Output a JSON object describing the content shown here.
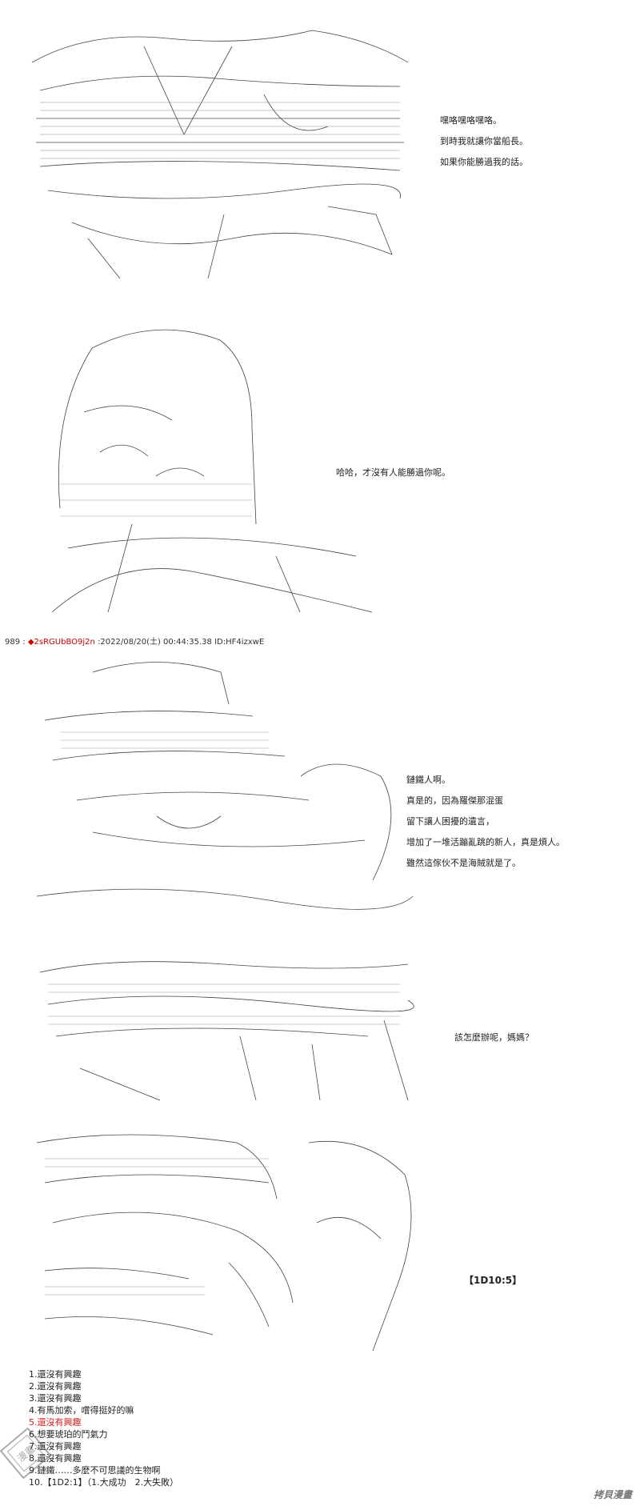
{
  "panel1": {
    "dialog": [
      "嘿咯嘿咯嘿咯。",
      "到時我就讓你當船長。",
      "如果你能勝過我的話。"
    ]
  },
  "panel2": {
    "dialog": [
      "哈哈，才沒有人能勝過你呢。"
    ]
  },
  "post": {
    "number": "989 :",
    "diamond": "◆",
    "trip": "2sRGUbBO9j2n",
    "datetime": ":2022/08/20(土) 00:44:35.38",
    "id": "ID:HF4izxwE"
  },
  "panel3": {
    "dialog": [
      "鏈鐵人啊。",
      "真是的，因為羅傑那混蛋",
      "留下讓人困擾的遺言，",
      "增加了一堆活蹦亂跳的新人，真是煩人。",
      "雖然這傢伙不是海賊就是了。"
    ]
  },
  "panel4": {
    "dialog": [
      "該怎麼辦呢，媽媽？"
    ]
  },
  "panel5": {
    "dice": "【1D10:5】"
  },
  "options": [
    {
      "text": "1.還沒有興趣",
      "highlight": false
    },
    {
      "text": "2.還沒有興趣",
      "highlight": false
    },
    {
      "text": "3.還沒有興趣",
      "highlight": false
    },
    {
      "text": "4.有馬加索，嚐得挺好的嘛",
      "highlight": false
    },
    {
      "text": "5.還沒有興趣",
      "highlight": true
    },
    {
      "text": "6.想要琥珀的鬥氣力",
      "highlight": false
    },
    {
      "text": "7.還沒有興趣",
      "highlight": false
    },
    {
      "text": "8.還沒有興趣",
      "highlight": false
    },
    {
      "text": "9.鏈鐵……多麼不可思議的生物啊",
      "highlight": false
    },
    {
      "text": "10.【1D2:1】（1.大成功　2.大失敗）",
      "highlight": false
    }
  ],
  "watermark": {
    "right": "拷貝漫畫",
    "left": "漫畫"
  },
  "icons": {
    "aa_art": "ascii-art-illustration",
    "stamp": "watermark-stamp-icon"
  }
}
